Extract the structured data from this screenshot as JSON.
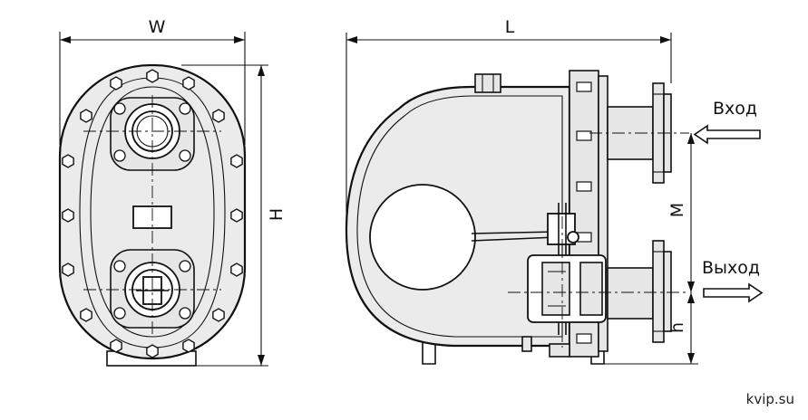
{
  "dimensions": {
    "width": "W",
    "length": "L",
    "height": "H",
    "inlet_outlet_spacing": "M",
    "outlet_height": "h"
  },
  "ports": {
    "inlet_label": "Вход",
    "outlet_label": "Выход"
  },
  "watermark": "kvip.su",
  "icons": {
    "inlet_arrow": "arrow-left-icon",
    "outlet_arrow": "arrow-right-icon"
  }
}
